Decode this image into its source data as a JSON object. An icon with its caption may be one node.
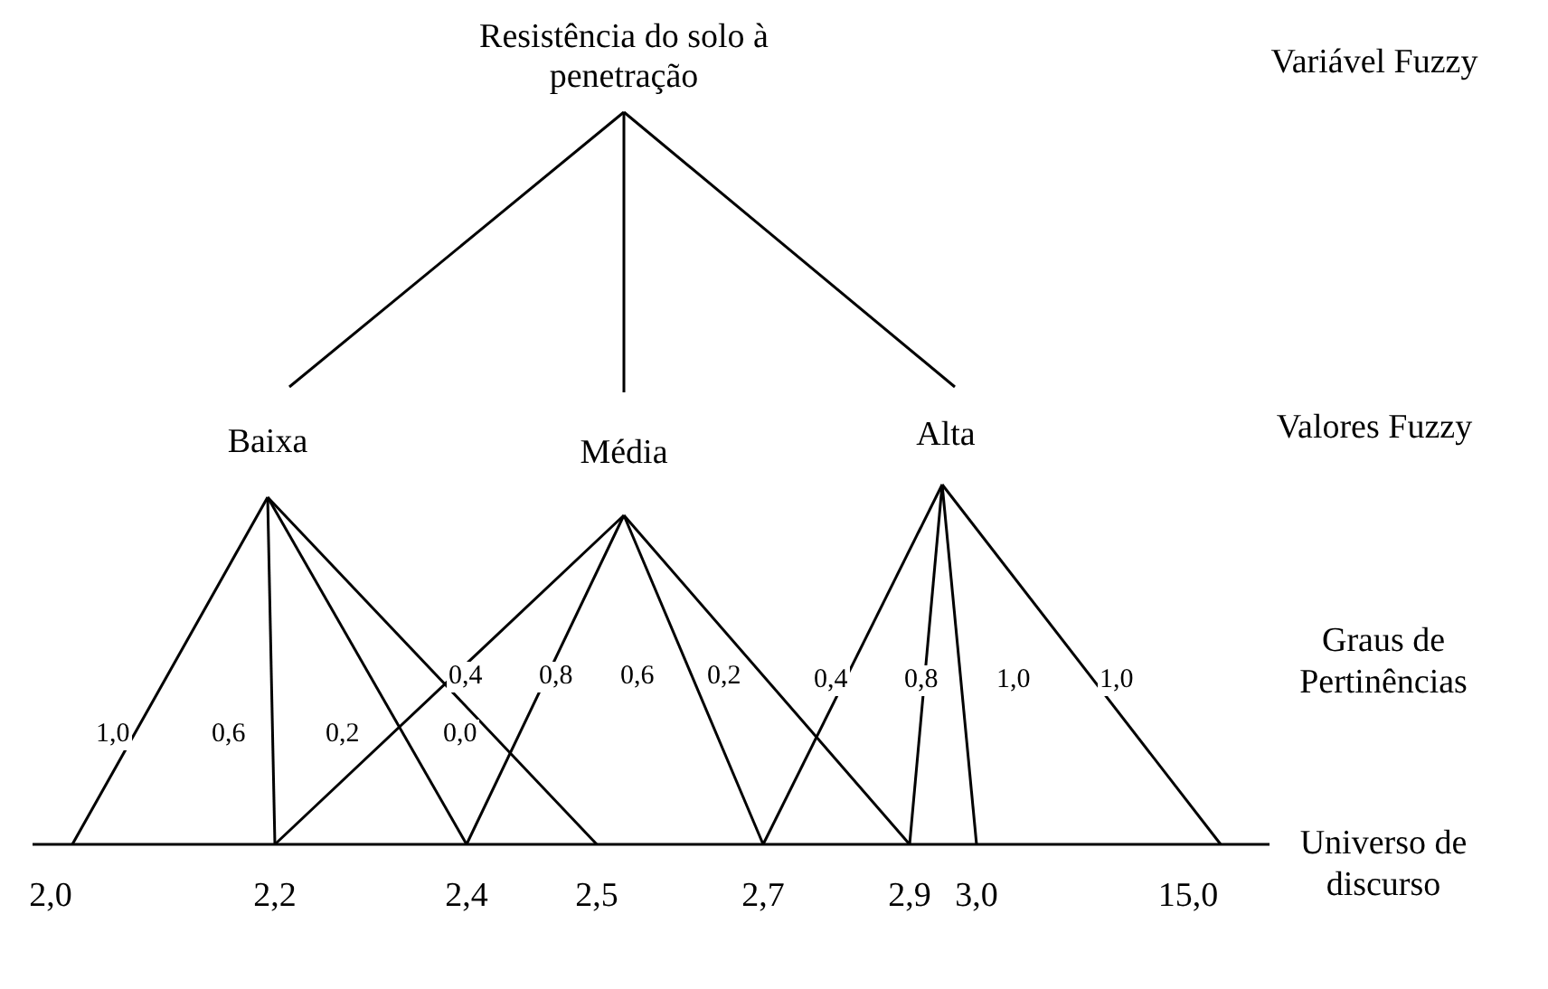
{
  "diagram": {
    "nodes": [
      {
        "text": [
          "Resistência do solo à penetração"
        ]
      },
      {
        "text": [
          "Baixa"
        ]
      },
      {
        "text": [
          "Média"
        ]
      },
      {
        "text": [
          "Alta"
        ]
      },
      {
        "text": [
          "2,0"
        ]
      },
      {
        "text": [
          "2,2"
        ]
      },
      {
        "text": [
          "2,4"
        ]
      },
      {
        "text": [
          "2,5"
        ]
      },
      {
        "text": [
          "2,7"
        ]
      },
      {
        "text": [
          "2,9"
        ]
      },
      {
        "text": [
          "3,0"
        ]
      },
      {
        "text": [
          "15,0"
        ]
      }
    ],
    "edges": [
      {
        "from": 0,
        "to": 1,
        "arrow": "none"
      },
      {
        "from": 0,
        "to": 2,
        "arrow": "none"
      },
      {
        "from": 0,
        "to": 3,
        "arrow": "none"
      },
      {
        "from": 1,
        "to": 4,
        "arrow": "none",
        "label": "1,0"
      },
      {
        "from": 1,
        "to": 5,
        "arrow": "none",
        "label": "0,6"
      },
      {
        "from": 1,
        "to": 6,
        "arrow": "none",
        "label": "0,2"
      },
      {
        "from": 1,
        "to": 7,
        "arrow": "none",
        "label": "0,0"
      },
      {
        "from": 2,
        "to": 5,
        "arrow": "none",
        "label": "0,4"
      },
      {
        "from": 2,
        "to": 6,
        "arrow": "none",
        "label": "0,8"
      },
      {
        "from": 2,
        "to": 8,
        "arrow": "none",
        "label": "0,6"
      },
      {
        "from": 2,
        "to": 9,
        "arrow": "none",
        "label": "0,2"
      },
      {
        "from": 3,
        "to": 8,
        "arrow": "none",
        "label": "0,4"
      },
      {
        "from": 3,
        "to": 9,
        "arrow": "none",
        "label": "0,8"
      },
      {
        "from": 3,
        "to": 10,
        "arrow": "none",
        "label": "1,0"
      },
      {
        "from": 3,
        "to": 11,
        "arrow": "none",
        "label": "1,0"
      }
    ],
    "labels": [
      "Variável Fuzzy",
      "Valores Fuzzy",
      "Graus de Pertinências",
      "Universo de discurso"
    ]
  }
}
